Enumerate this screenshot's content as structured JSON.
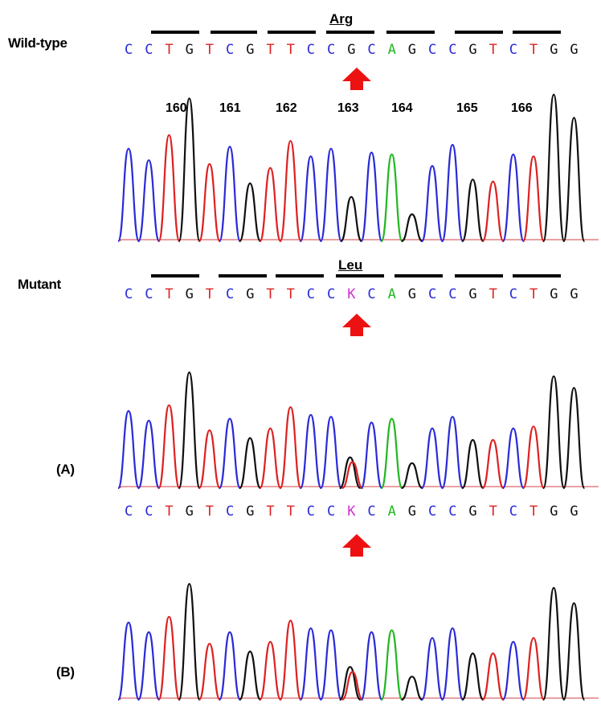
{
  "labels": {
    "wildtype": "Wild-type",
    "mutant": "Mutant",
    "panel_a": "(A)",
    "panel_b": "(B)"
  },
  "amino_acids": {
    "wildtype": "Arg",
    "mutant": "Leu"
  },
  "codon_numbers": [
    "160",
    "161",
    "162",
    "163",
    "164",
    "165",
    "166"
  ],
  "sequences": {
    "wildtype": [
      "C",
      "C",
      "T",
      "G",
      "T",
      "C",
      "G",
      "T",
      "T",
      "C",
      "C",
      "G",
      "C",
      "A",
      "G",
      "C",
      "C",
      "G",
      "T",
      "C",
      "T",
      "G",
      "G"
    ],
    "mutant": [
      "C",
      "C",
      "T",
      "G",
      "T",
      "C",
      "G",
      "T",
      "T",
      "C",
      "C",
      "K",
      "C",
      "A",
      "G",
      "C",
      "C",
      "G",
      "T",
      "C",
      "T",
      "G",
      "G"
    ],
    "panel_a": [
      "C",
      "C",
      "T",
      "G",
      "T",
      "C",
      "G",
      "T",
      "T",
      "C",
      "C",
      "K",
      "C",
      "A",
      "G",
      "C",
      "C",
      "G",
      "T",
      "C",
      "T",
      "G",
      "G"
    ]
  },
  "colors": {
    "A": "#22b822",
    "C": "#2b2bd8",
    "G": "#111111",
    "T": "#dd2222",
    "K": "#d12fd1",
    "arrow": "#ee1111"
  },
  "chromatograms": {
    "wildtype": [
      {
        "base": "C",
        "h": 0.48
      },
      {
        "base": "C",
        "h": 0.42
      },
      {
        "base": "T",
        "h": 0.55
      },
      {
        "base": "G",
        "h": 0.74
      },
      {
        "base": "T",
        "h": 0.4
      },
      {
        "base": "C",
        "h": 0.49
      },
      {
        "base": "G",
        "h": 0.3
      },
      {
        "base": "T",
        "h": 0.38
      },
      {
        "base": "T",
        "h": 0.52
      },
      {
        "base": "C",
        "h": 0.44
      },
      {
        "base": "C",
        "h": 0.48
      },
      {
        "base": "G",
        "h": 0.23
      },
      {
        "base": "C",
        "h": 0.46
      },
      {
        "base": "A",
        "h": 0.45
      },
      {
        "base": "G",
        "h": 0.14
      },
      {
        "base": "C",
        "h": 0.39
      },
      {
        "base": "C",
        "h": 0.5
      },
      {
        "base": "G",
        "h": 0.32
      },
      {
        "base": "T",
        "h": 0.31
      },
      {
        "base": "C",
        "h": 0.45
      },
      {
        "base": "T",
        "h": 0.44
      },
      {
        "base": "G",
        "h": 0.76
      },
      {
        "base": "G",
        "h": 0.64
      }
    ],
    "panel_a": [
      {
        "base": "C",
        "h": 0.4
      },
      {
        "base": "C",
        "h": 0.35
      },
      {
        "base": "T",
        "h": 0.43
      },
      {
        "base": "G",
        "h": 0.6
      },
      {
        "base": "T",
        "h": 0.3
      },
      {
        "base": "C",
        "h": 0.36
      },
      {
        "base": "G",
        "h": 0.26
      },
      {
        "base": "T",
        "h": 0.31
      },
      {
        "base": "T",
        "h": 0.42
      },
      {
        "base": "C",
        "h": 0.38
      },
      {
        "base": "C",
        "h": 0.37
      },
      {
        "base": "GT",
        "h": 0.16
      },
      {
        "base": "C",
        "h": 0.34
      },
      {
        "base": "A",
        "h": 0.36
      },
      {
        "base": "G",
        "h": 0.13
      },
      {
        "base": "C",
        "h": 0.31
      },
      {
        "base": "C",
        "h": 0.37
      },
      {
        "base": "G",
        "h": 0.25
      },
      {
        "base": "T",
        "h": 0.25
      },
      {
        "base": "C",
        "h": 0.31
      },
      {
        "base": "T",
        "h": 0.32
      },
      {
        "base": "G",
        "h": 0.58
      },
      {
        "base": "G",
        "h": 0.52
      }
    ],
    "panel_b": [
      {
        "base": "C",
        "h": 0.4
      },
      {
        "base": "C",
        "h": 0.35
      },
      {
        "base": "T",
        "h": 0.43
      },
      {
        "base": "G",
        "h": 0.6
      },
      {
        "base": "T",
        "h": 0.29
      },
      {
        "base": "C",
        "h": 0.35
      },
      {
        "base": "G",
        "h": 0.25
      },
      {
        "base": "T",
        "h": 0.3
      },
      {
        "base": "T",
        "h": 0.41
      },
      {
        "base": "C",
        "h": 0.37
      },
      {
        "base": "C",
        "h": 0.36
      },
      {
        "base": "GT",
        "h": 0.17
      },
      {
        "base": "C",
        "h": 0.35
      },
      {
        "base": "A",
        "h": 0.36
      },
      {
        "base": "G",
        "h": 0.12
      },
      {
        "base": "C",
        "h": 0.32
      },
      {
        "base": "C",
        "h": 0.37
      },
      {
        "base": "G",
        "h": 0.24
      },
      {
        "base": "T",
        "h": 0.24
      },
      {
        "base": "C",
        "h": 0.3
      },
      {
        "base": "T",
        "h": 0.32
      },
      {
        "base": "G",
        "h": 0.58
      },
      {
        "base": "G",
        "h": 0.5
      }
    ]
  }
}
